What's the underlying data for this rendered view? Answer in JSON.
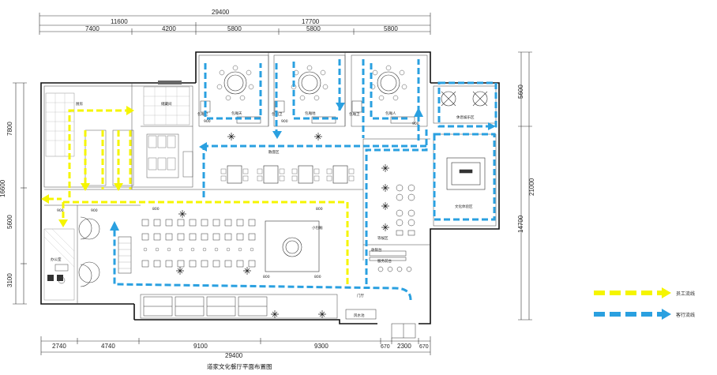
{
  "title": "道家文化餐厅平面布置图",
  "dimensions": {
    "top_total": "29400",
    "top_left_group": "11600",
    "top_right_group": "17700",
    "top_segments": [
      "7400",
      "4200",
      "5800",
      "5800",
      "5800"
    ],
    "bottom_segments": [
      "2740",
      "4740",
      "9100",
      "9300",
      "670",
      "2300",
      "670"
    ],
    "bottom_total": "29400",
    "left_segments": [
      "7800",
      "5600",
      "3100"
    ],
    "left_total": "16600",
    "right_segments": [
      "5600",
      "14700"
    ],
    "right_total": "21000",
    "door_widths": [
      "900",
      "900",
      "900",
      "900",
      "900",
      "800",
      "800",
      "800",
      "800"
    ]
  },
  "rooms": {
    "kitchen": "厨房",
    "storage": "储藏间",
    "private_room_1": "包厢天",
    "private_room_2": "包厢地",
    "private_room_3": "包厢人",
    "toilet_1": "包厢卫",
    "toilet_2": "包厢卫",
    "toilet_3": "包厢卫",
    "leisure": "休息娱乐区",
    "culture": "文化体验区",
    "dining": "散座区",
    "waiting": "等候区",
    "bar": "收银台",
    "service": "服务前台",
    "small_room": "小包厢",
    "office": "办公室",
    "entrance": "门厅",
    "entry_hall": "风水池"
  },
  "legend": {
    "staff": "员工流线",
    "guest": "客行流线"
  },
  "colors": {
    "staff_flow": "#f5f500",
    "guest_flow": "#2aa0e0",
    "wall": "#111111",
    "line": "#555555"
  }
}
